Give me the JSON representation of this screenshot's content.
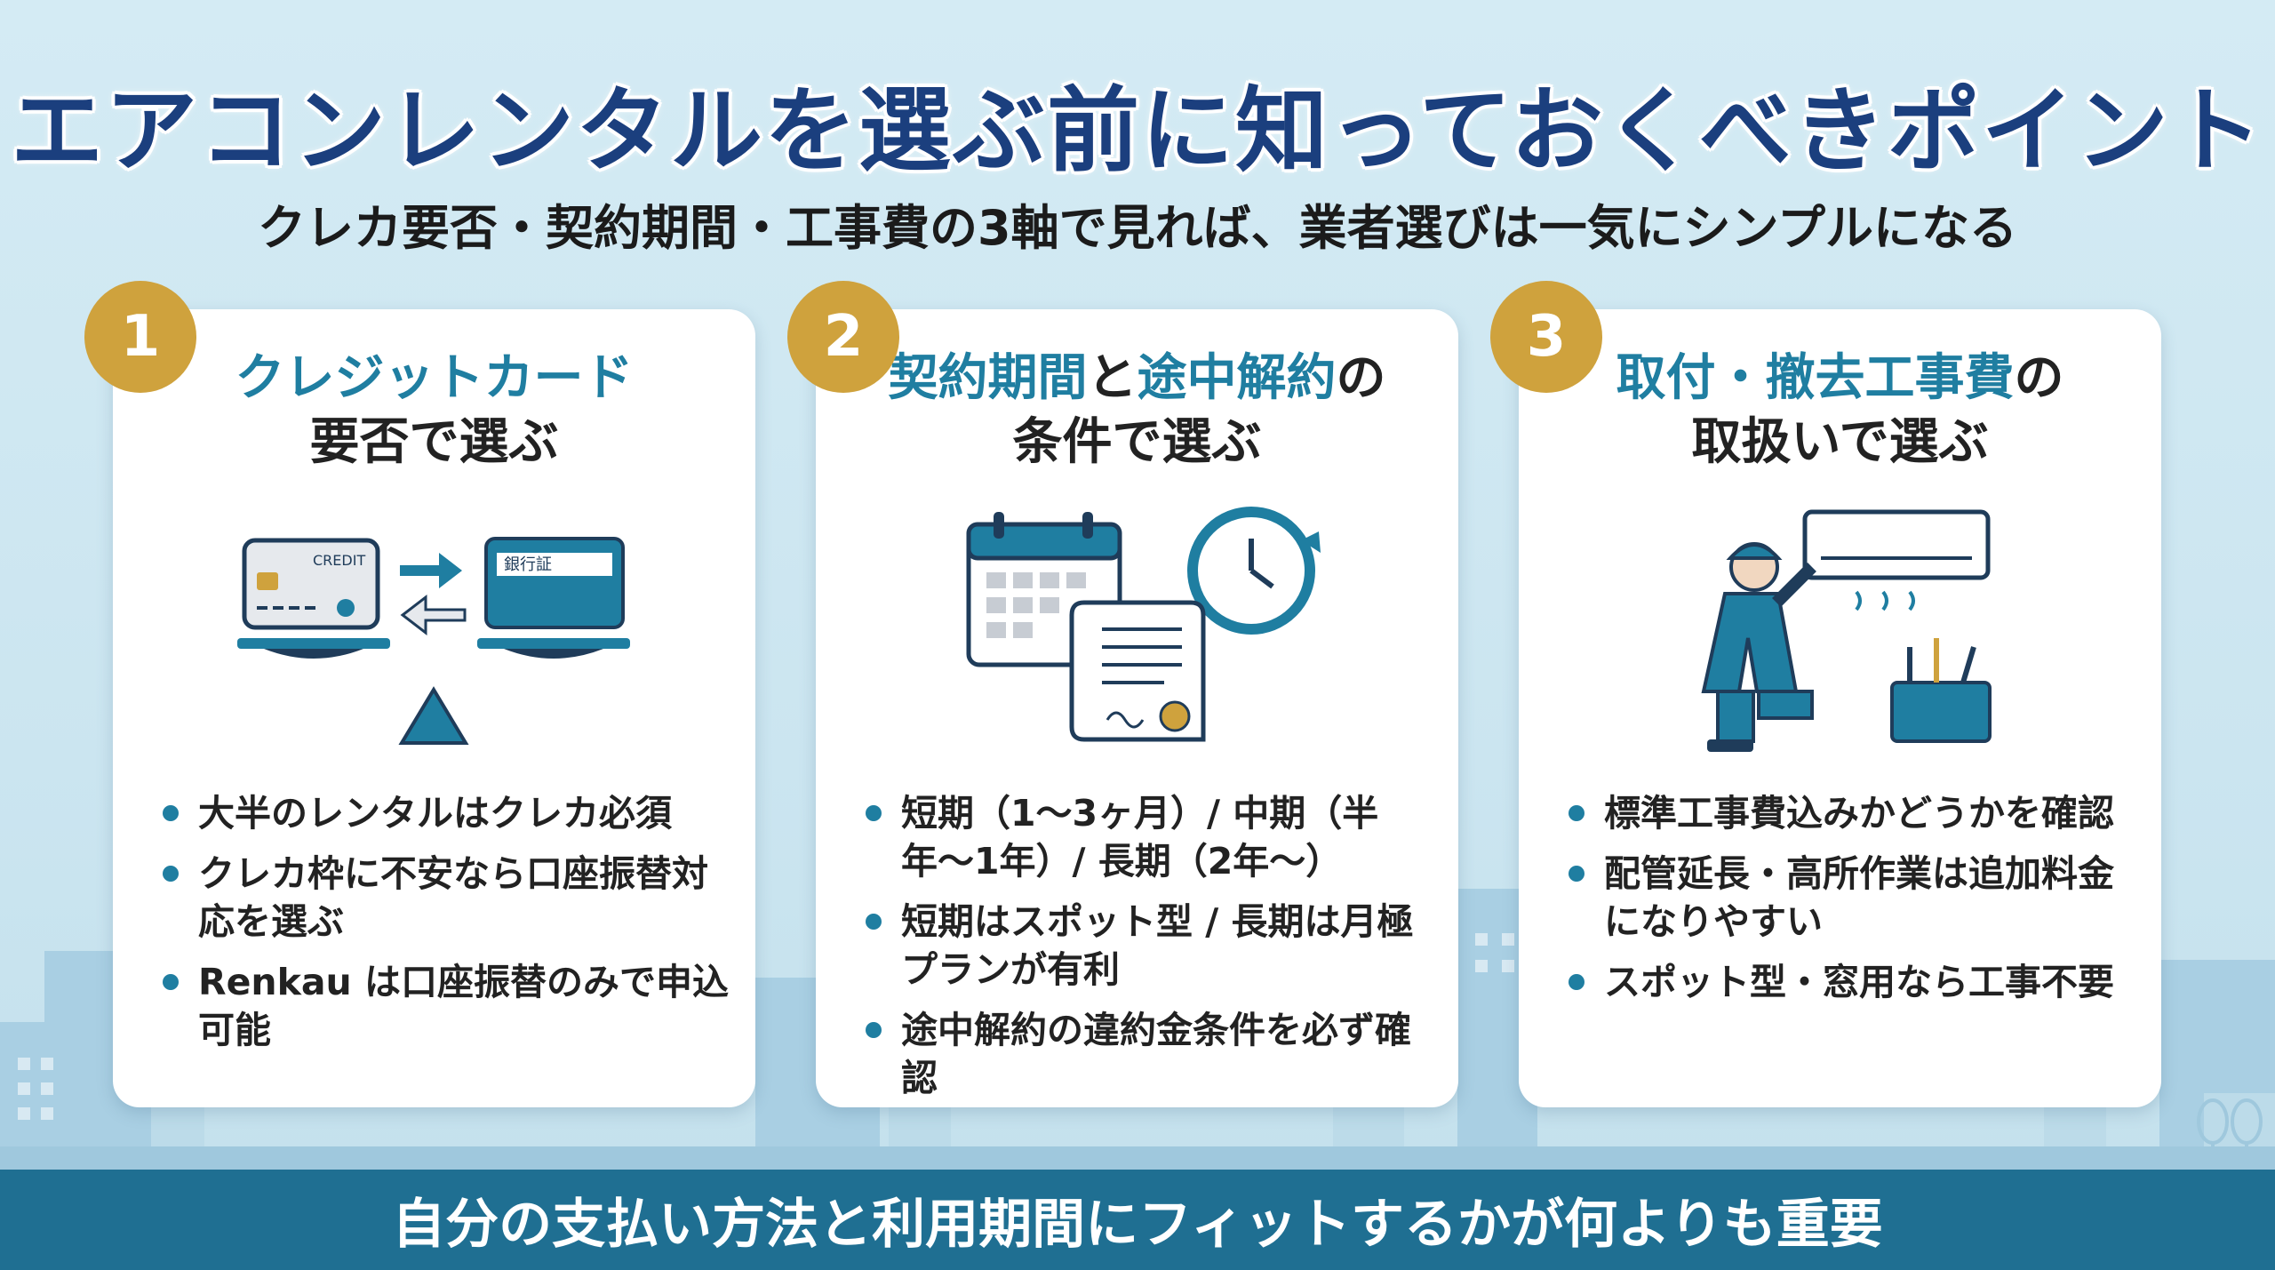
{
  "title": "エアコンレンタルを選ぶ前に知っておくべきポイント",
  "subtitle": "クレカ要否・契約期間・工事費の3軸で見れば、業者選びは一気にシンプルになる",
  "colors": {
    "navy": "#1b3f7e",
    "teal": "#1f7ea1",
    "gold": "#cfa23d",
    "banner": "#1f6f92"
  },
  "cards": [
    {
      "number": "1",
      "heading_line1_hl": "クレジットカード",
      "heading_line2": "要否で選ぶ",
      "illustration": {
        "icon": "scale-card-compare-icon",
        "card_text": "CREDIT",
        "doc_text": "銀行証"
      },
      "bullets": [
        "大半のレンタルはクレカ必須",
        "クレカ枠に不安なら口座振替対応を選ぶ",
        "Renkau は口座振替のみで申込可能"
      ]
    },
    {
      "number": "2",
      "heading_line1_hl1": "契約期間",
      "heading_line1_mid": "と",
      "heading_line1_hl2": "途中解約",
      "heading_line1_end": "の",
      "heading_line2": "条件で選ぶ",
      "illustration": {
        "icon": "calendar-contract-clock-icon"
      },
      "bullets": [
        "短期（1〜3ヶ月）/ 中期（半年〜1年）/ 長期（2年〜）",
        "短期はスポット型 / 長期は月極プランが有利",
        "途中解約の違約金条件を必ず確認"
      ]
    },
    {
      "number": "3",
      "heading_line1_hl": "取付・撤去工事費",
      "heading_line1_end": "の",
      "heading_line2": "取扱いで選ぶ",
      "illustration": {
        "icon": "technician-installing-ac-icon"
      },
      "bullets": [
        "標準工事費込みかどうかを確認",
        "配管延長・高所作業は追加料金になりやすい",
        "スポット型・窓用なら工事不要"
      ]
    }
  ],
  "bottom_banner": "自分の支払い方法と利用期間にフィットするかが何よりも重要"
}
